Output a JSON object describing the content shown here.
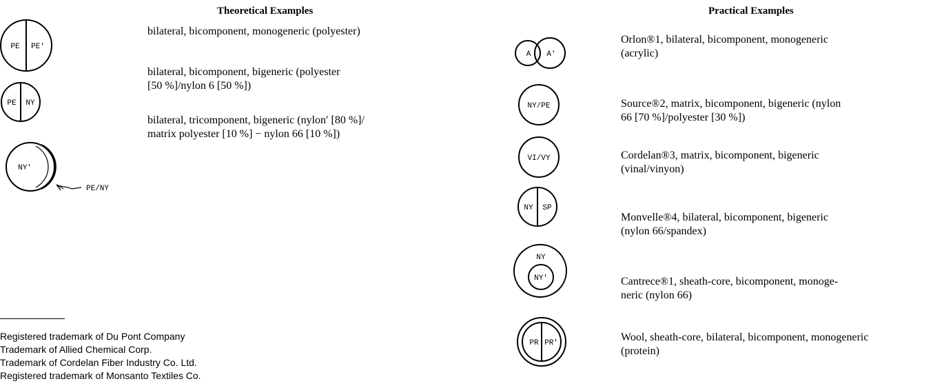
{
  "headings": {
    "theoretical": "Theoretical Examples",
    "practical": "Practical Examples"
  },
  "theoretical": [
    {
      "labels": [
        "PE",
        "PE'"
      ],
      "desc_lines": [
        "bilateral, bicomponent, monogeneric (polyester)"
      ]
    },
    {
      "labels": [
        "PE",
        "NY"
      ],
      "desc_lines": [
        "bilateral, bicomponent, bigeneric (polyester",
        "[50 %]/nylon 6 [50 %])"
      ]
    },
    {
      "labels": [
        "NY'"
      ],
      "pointer_label": "PE/NY",
      "desc_lines": [
        "bilateral, tricomponent, bigeneric (nylon′ [80 %]/",
        "matrix polyester [10 %] − nylon 66 [10 %])"
      ]
    }
  ],
  "practical": [
    {
      "labels": [
        "A",
        "A'"
      ],
      "desc_lines": [
        "Orlon®1, bilateral, bicomponent, monogeneric",
        "(acrylic)"
      ]
    },
    {
      "labels": [
        "NY/PE"
      ],
      "desc_lines": [
        "Source®2, matrix, bicomponent, bigeneric (nylon",
        "66 [70 %]/polyester [30 %])"
      ]
    },
    {
      "labels": [
        "VI/VY"
      ],
      "desc_lines": [
        "Cordelan®3, matrix, bicomponent, bigeneric",
        "(vinal/vinyon)"
      ]
    },
    {
      "labels": [
        "NY",
        "SP"
      ],
      "desc_lines": [
        "Monvelle®4, bilateral, bicomponent, bigeneric",
        "(nylon 66/spandex)"
      ]
    },
    {
      "labels": [
        "NY",
        "NY'"
      ],
      "desc_lines": [
        "Cantrece®1, sheath-core, bicomponent, monoge-",
        "neric (nylon 66)"
      ]
    },
    {
      "labels": [
        "PR",
        "PR'"
      ],
      "desc_lines": [
        "Wool, sheath-core, bilateral, bicomponent, monogeneric",
        "(protein)"
      ]
    }
  ],
  "footnotes": [
    "Registered trademark of Du Pont Company",
    "Trademark of Allied Chemical Corp.",
    "Trademark of Cordelan Fiber Industry Co. Ltd.",
    "Registered trademark of Monsanto Textiles Co."
  ]
}
